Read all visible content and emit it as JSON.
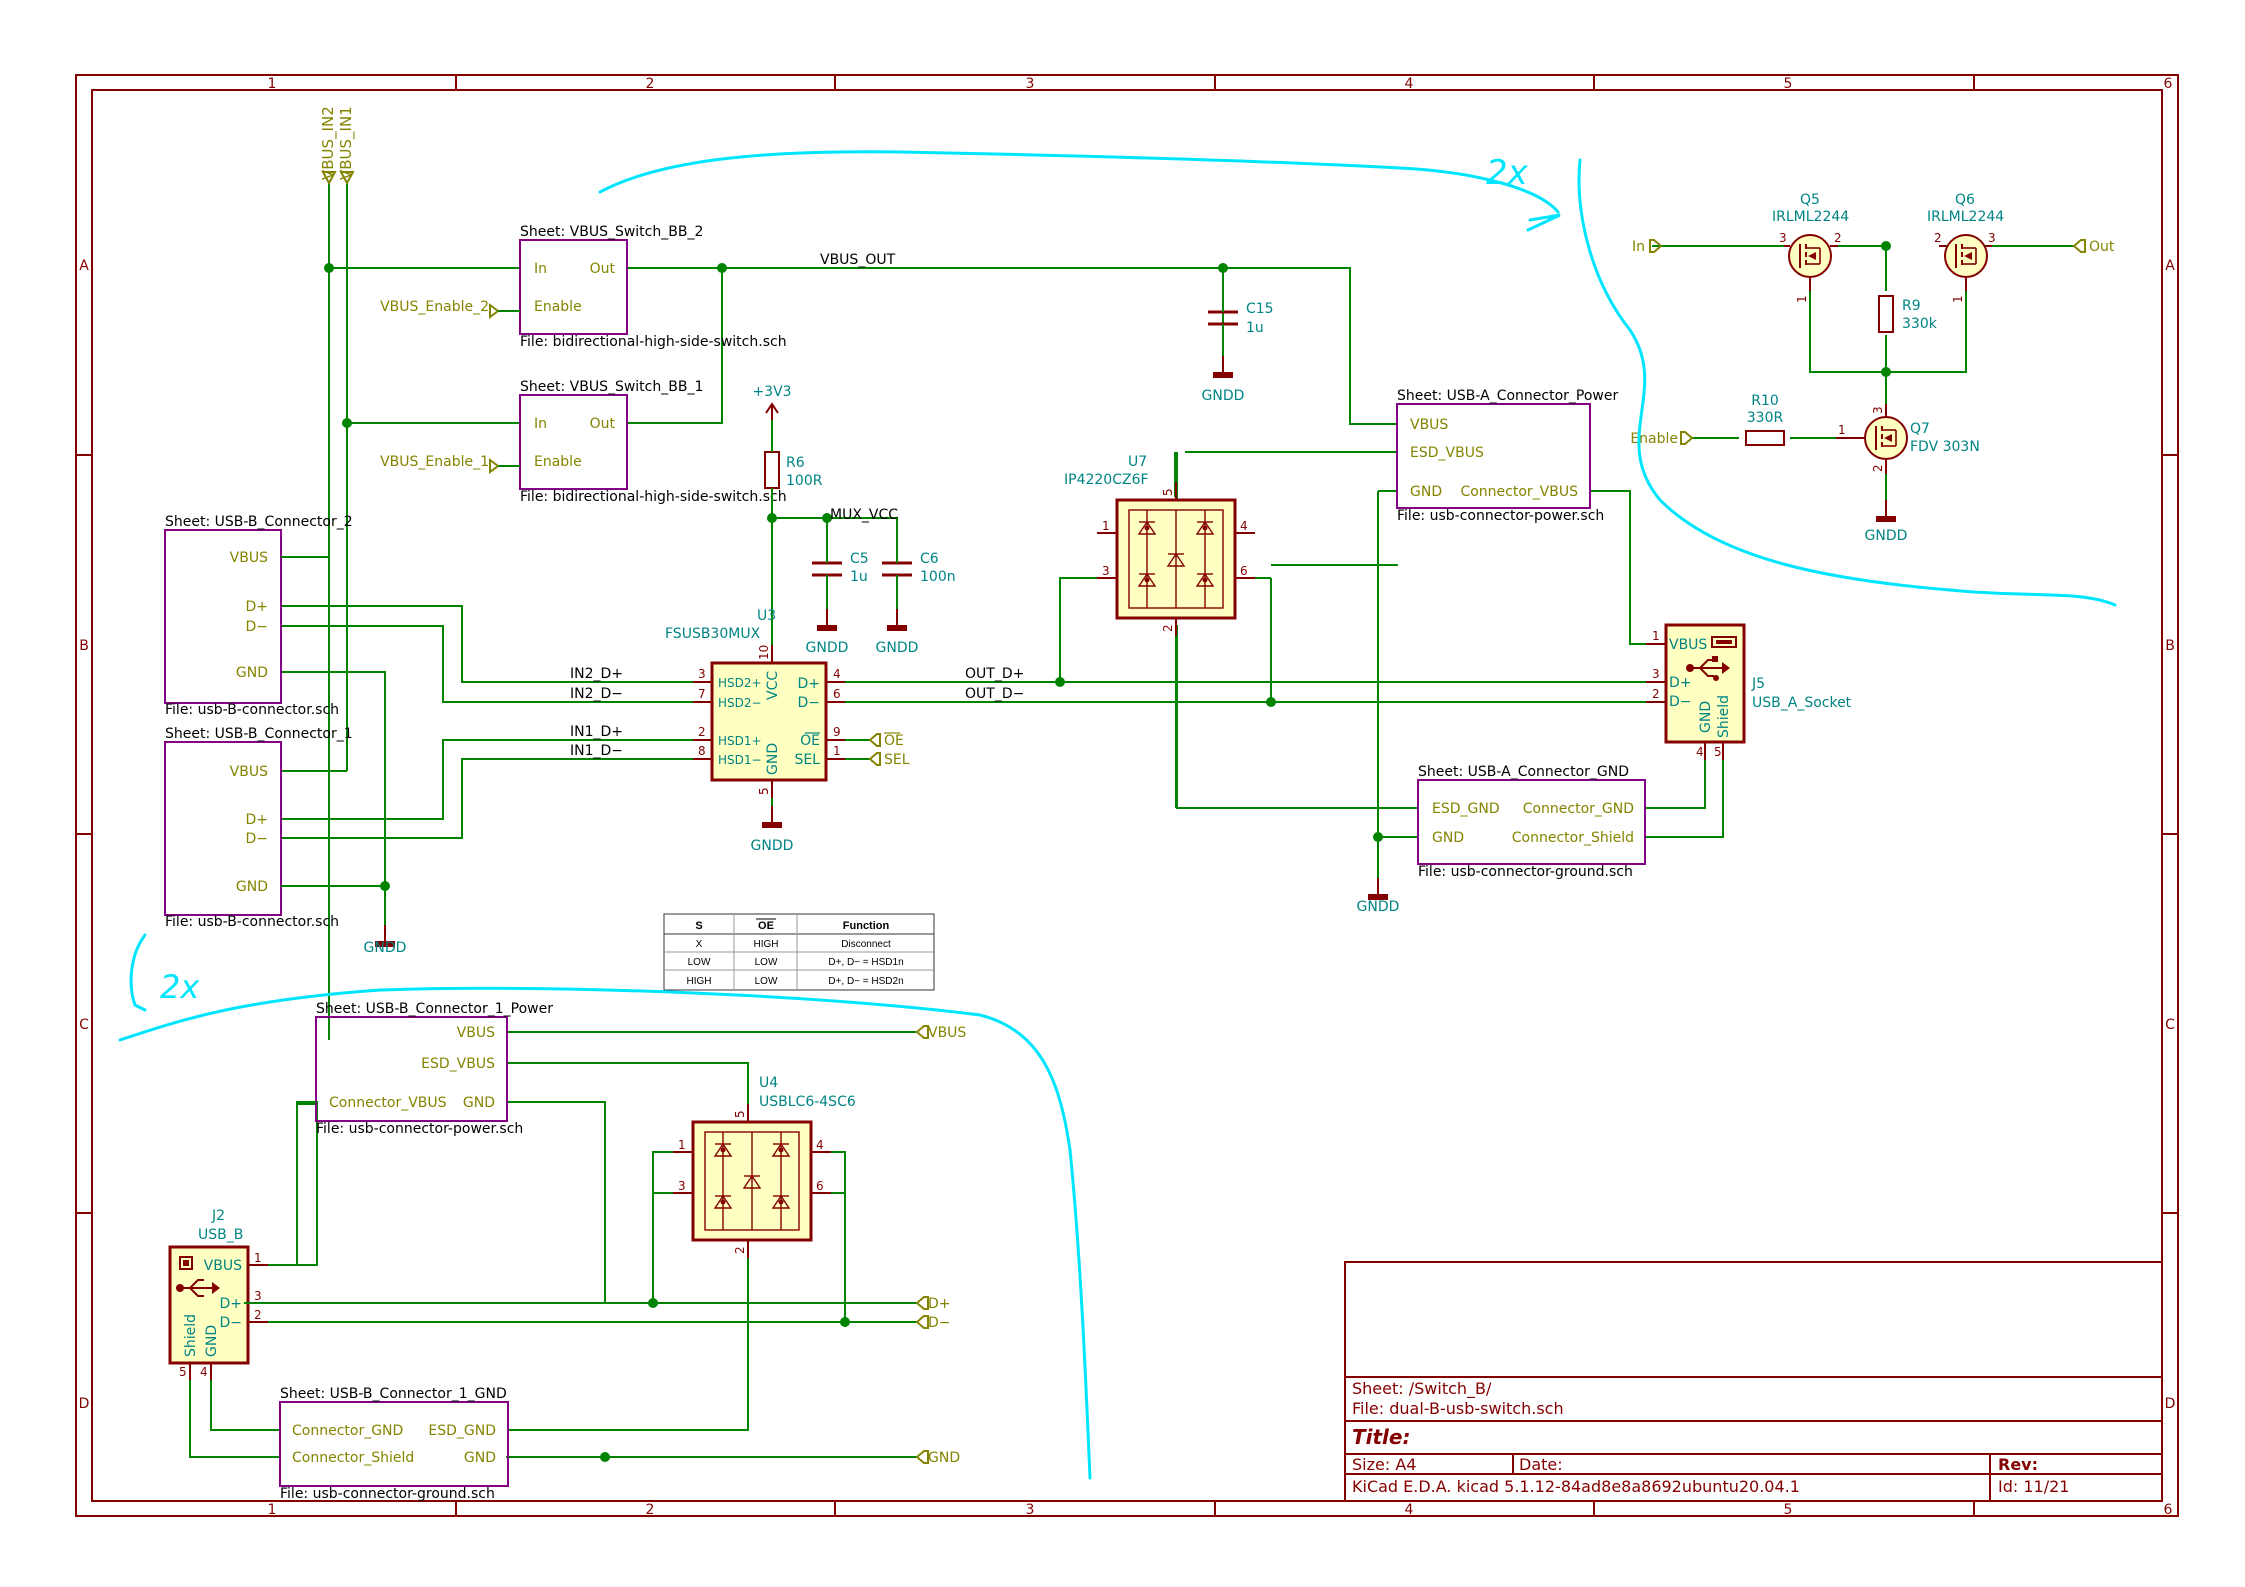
{
  "colors": {
    "frame": "#840000",
    "wire": "#008400",
    "sheet": "#840084",
    "sheettext": "#000000",
    "label": "#848400",
    "ref": "#008484",
    "comp": "#840000",
    "fill": "#ffffc2",
    "annot": "#00e5ff",
    "text": "#000000"
  },
  "frame": {
    "cols": [
      "1",
      "2",
      "3",
      "4",
      "5",
      "6"
    ],
    "rows": [
      "A",
      "B",
      "C",
      "D"
    ]
  },
  "global_labels": {
    "vbus_in2": "VBUS_IN2",
    "vbus_in1": "VBUS_IN1",
    "vbus_enable_2": "VBUS_Enable_2",
    "vbus_enable_1": "VBUS_Enable_1",
    "in": "In",
    "out": "Out",
    "enable": "Enable",
    "vbus": "VBUS",
    "dp": "D+",
    "dm": "D−",
    "gnd": "GND",
    "oe": "OE",
    "sel": "SEL"
  },
  "nets": {
    "vbus_out": "VBUS_OUT",
    "mux_vcc": "MUX_VCC",
    "in2_dp": "IN2_D+",
    "in2_dm": "IN2_D−",
    "in1_dp": "IN1_D+",
    "in1_dm": "IN1_D−",
    "out_dp": "OUT_D+",
    "out_dm": "OUT_D−"
  },
  "power": {
    "p3v3": "+3V3",
    "gndd": "GNDD"
  },
  "sheets": {
    "vbus_bb2": {
      "name": "Sheet: VBUS_Switch_BB_2",
      "file": "File: bidirectional-high-side-switch.sch",
      "pins": [
        "In",
        "Enable",
        "Out"
      ]
    },
    "vbus_bb1": {
      "name": "Sheet: VBUS_Switch_BB_1",
      "file": "File: bidirectional-high-side-switch.sch",
      "pins": [
        "In",
        "Enable",
        "Out"
      ]
    },
    "usbb2": {
      "name": "Sheet: USB-B_Connector_2",
      "file": "File: usb-B-connector.sch",
      "pins": [
        "VBUS",
        "D+",
        "D−",
        "GND"
      ]
    },
    "usbb1": {
      "name": "Sheet: USB-B_Connector_1",
      "file": "File: usb-B-connector.sch",
      "pins": [
        "VBUS",
        "D+",
        "D−",
        "GND"
      ]
    },
    "usba_power": {
      "name": "Sheet: USB-A_Connector_Power",
      "file": "File: usb-connector-power.sch",
      "pins": [
        "VBUS",
        "ESD_VBUS",
        "GND",
        "Connector_VBUS"
      ]
    },
    "usba_gnd": {
      "name": "Sheet: USB-A_Connector_GND",
      "file": "File: usb-connector-ground.sch",
      "pins": [
        "ESD_GND",
        "GND",
        "Connector_GND",
        "Connector_Shield"
      ]
    },
    "usbb1_power": {
      "name": "Sheet: USB-B_Connector_1_Power",
      "file": "File: usb-connector-power.sch",
      "pins": [
        "VBUS",
        "ESD_VBUS",
        "GND",
        "Connector_VBUS"
      ]
    },
    "usbb1_gnd": {
      "name": "Sheet: USB-B_Connector_1_GND",
      "file": "File: usb-connector-ground.sch",
      "pins": [
        "Connector_GND",
        "Connector_Shield",
        "ESD_GND",
        "GND"
      ]
    }
  },
  "components": {
    "c15": {
      "ref": "C15",
      "value": "1u"
    },
    "r6": {
      "ref": "R6",
      "value": "100R"
    },
    "c5": {
      "ref": "C5",
      "value": "1u"
    },
    "c6": {
      "ref": "C6",
      "value": "100n"
    },
    "u3": {
      "ref": "U3",
      "value": "FSUSB30MUX",
      "pins_left": [
        "HSD2+",
        "HSD2−",
        "HSD1+",
        "HSD1−"
      ],
      "pins_right": [
        "D+",
        "D−",
        "OE",
        "SEL"
      ],
      "vcc": "VCC",
      "gnd": "GND",
      "pin_numbers": [
        "3",
        "7",
        "2",
        "8",
        "4",
        "6",
        "9",
        "1",
        "10",
        "5"
      ]
    },
    "u7": {
      "ref": "U7",
      "value": "IP4220CZ6F",
      "pin_numbers": [
        "1",
        "3",
        "4",
        "6",
        "5",
        "2"
      ]
    },
    "u4": {
      "ref": "U4",
      "value": "USBLC6-4SC6",
      "pin_numbers": [
        "1",
        "3",
        "4",
        "6",
        "5",
        "2"
      ]
    },
    "j5": {
      "ref": "J5",
      "value": "USB_A_Socket",
      "pins": [
        "VBUS",
        "D+",
        "D−",
        "GND",
        "Shield"
      ],
      "pin_numbers": [
        "1",
        "3",
        "2",
        "4",
        "5"
      ]
    },
    "j2": {
      "ref": "J2",
      "value": "USB_B",
      "pins": [
        "VBUS",
        "D+",
        "D−",
        "Shield",
        "GND"
      ],
      "pin_numbers": [
        "1",
        "3",
        "2",
        "5",
        "4"
      ]
    },
    "q5": {
      "ref": "Q5",
      "value": "IRLML2244"
    },
    "q6": {
      "ref": "Q6",
      "value": "IRLML2244"
    },
    "q7": {
      "ref": "Q7",
      "value": "FDV 303N"
    },
    "r9": {
      "ref": "R9",
      "value": "330k"
    },
    "r10": {
      "ref": "R10",
      "value": "330R"
    }
  },
  "truth_table": {
    "headers": [
      "S",
      "OE",
      "Function"
    ],
    "rows": [
      [
        "X",
        "HIGH",
        "Disconnect"
      ],
      [
        "LOW",
        "LOW",
        "D+, D− = HSD1n"
      ],
      [
        "HIGH",
        "LOW",
        "D+, D− = HSD2n"
      ]
    ]
  },
  "annotations": {
    "top": "2x",
    "bottom": "2x"
  },
  "title_block": {
    "sheet": "Sheet: /Switch_B/",
    "file": "File: dual-B-usb-switch.sch",
    "title": "Title:",
    "size": "Size: A4",
    "date": "Date:",
    "rev": "Rev:",
    "kicad": "KiCad E.D.A.  kicad 5.1.12-84ad8e8a8692ubuntu20.04.1",
    "id": "Id: 11/21"
  }
}
